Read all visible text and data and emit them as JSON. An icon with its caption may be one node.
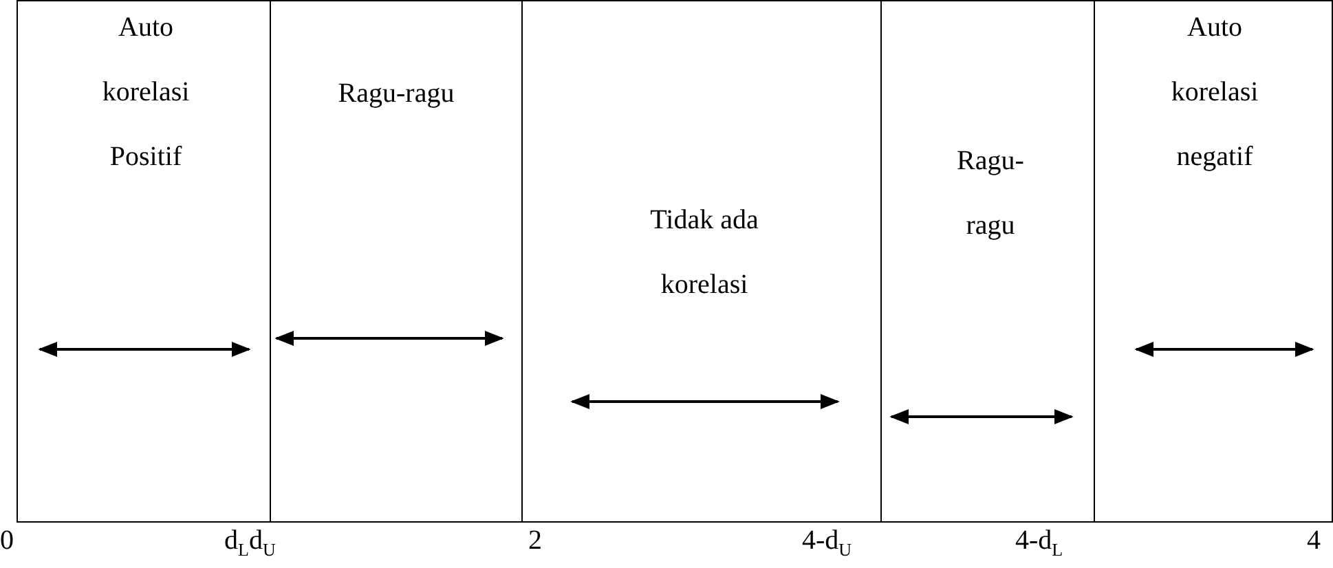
{
  "diagram": {
    "nodes": [
      {
        "text": [
          "Auto korelasi Positif"
        ]
      },
      {
        "text": [
          "Ragu-ragu"
        ]
      },
      {
        "text": [
          "Tidak ada korelasi"
        ]
      },
      {
        "text": [
          "Ragu- ragu"
        ]
      },
      {
        "text": [
          "Auto korelasi negatif"
        ]
      }
    ],
    "labels": [
      "0",
      "d$_{L}$d$_{U}$",
      "2",
      "4-d$_{U}$",
      "4-d$_{L}$",
      "4"
    ]
  }
}
